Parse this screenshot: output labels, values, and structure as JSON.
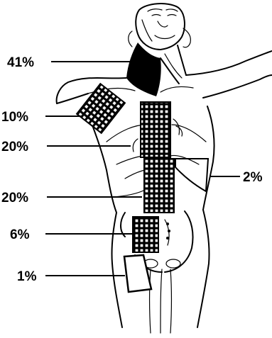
{
  "diagram": {
    "labels": {
      "neck": "41%",
      "supraclavicular": "10%",
      "mediastinum": "20%",
      "left_subphrenic": "2%",
      "abdomen": "20%",
      "pelvis": "6%",
      "groin": "1%"
    },
    "colors": {
      "ink": "#000000",
      "background": "#ffffff",
      "shaded_region": "#000000"
    }
  }
}
